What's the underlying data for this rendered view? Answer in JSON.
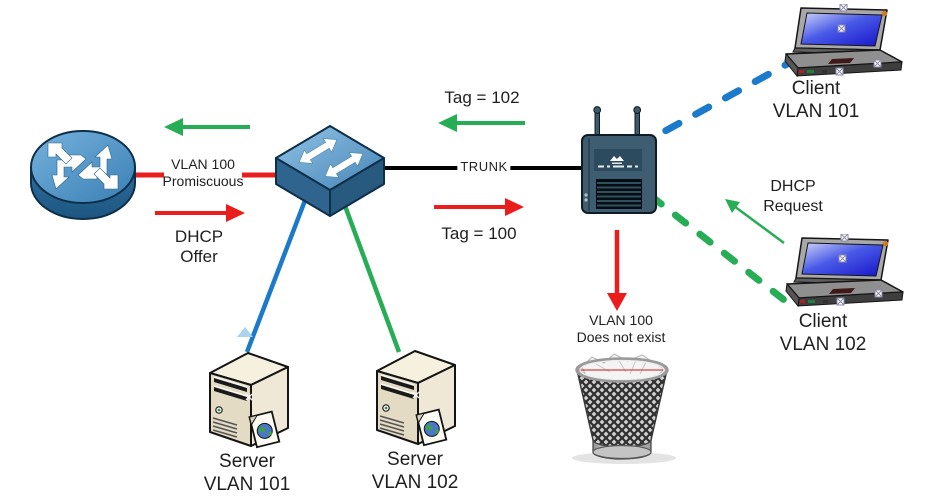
{
  "labels": {
    "tag_102": "Tag = 102",
    "trunk": "TRUNK",
    "tag_100": "Tag = 100",
    "vlan100_promiscuous": "VLAN 100\nPromiscuous",
    "dhcp_offer": "DHCP\nOffer",
    "dhcp_request": "DHCP\nRequest",
    "client_vlan101": "Client\nVLAN 101",
    "client_vlan102": "Client\nVLAN 102",
    "server_vlan101": "Server\nVLAN 101",
    "server_vlan102": "Server\nVLAN 102",
    "vlan100_does_not_exist": "VLAN 100\nDoes not exist"
  },
  "nodes": {
    "router": {
      "icon": "router-icon"
    },
    "switch": {
      "icon": "switch-icon"
    },
    "wireless_ap": {
      "icon": "wireless-ap-icon"
    },
    "client_vlan101": {
      "icon": "laptop-icon"
    },
    "client_vlan102": {
      "icon": "laptop-icon"
    },
    "server_vlan101": {
      "icon": "server-icon"
    },
    "server_vlan102": {
      "icon": "server-icon"
    },
    "discard_bin": {
      "icon": "trash-icon"
    }
  },
  "colors": {
    "vlan101_link": "#1b7ac9",
    "vlan102_link": "#26ad55",
    "vlan100_link": "#ea1c1c",
    "trunk_link": "#000000",
    "offer_arrow": "#ea1c1c",
    "reply_arrow": "#26ad55"
  }
}
